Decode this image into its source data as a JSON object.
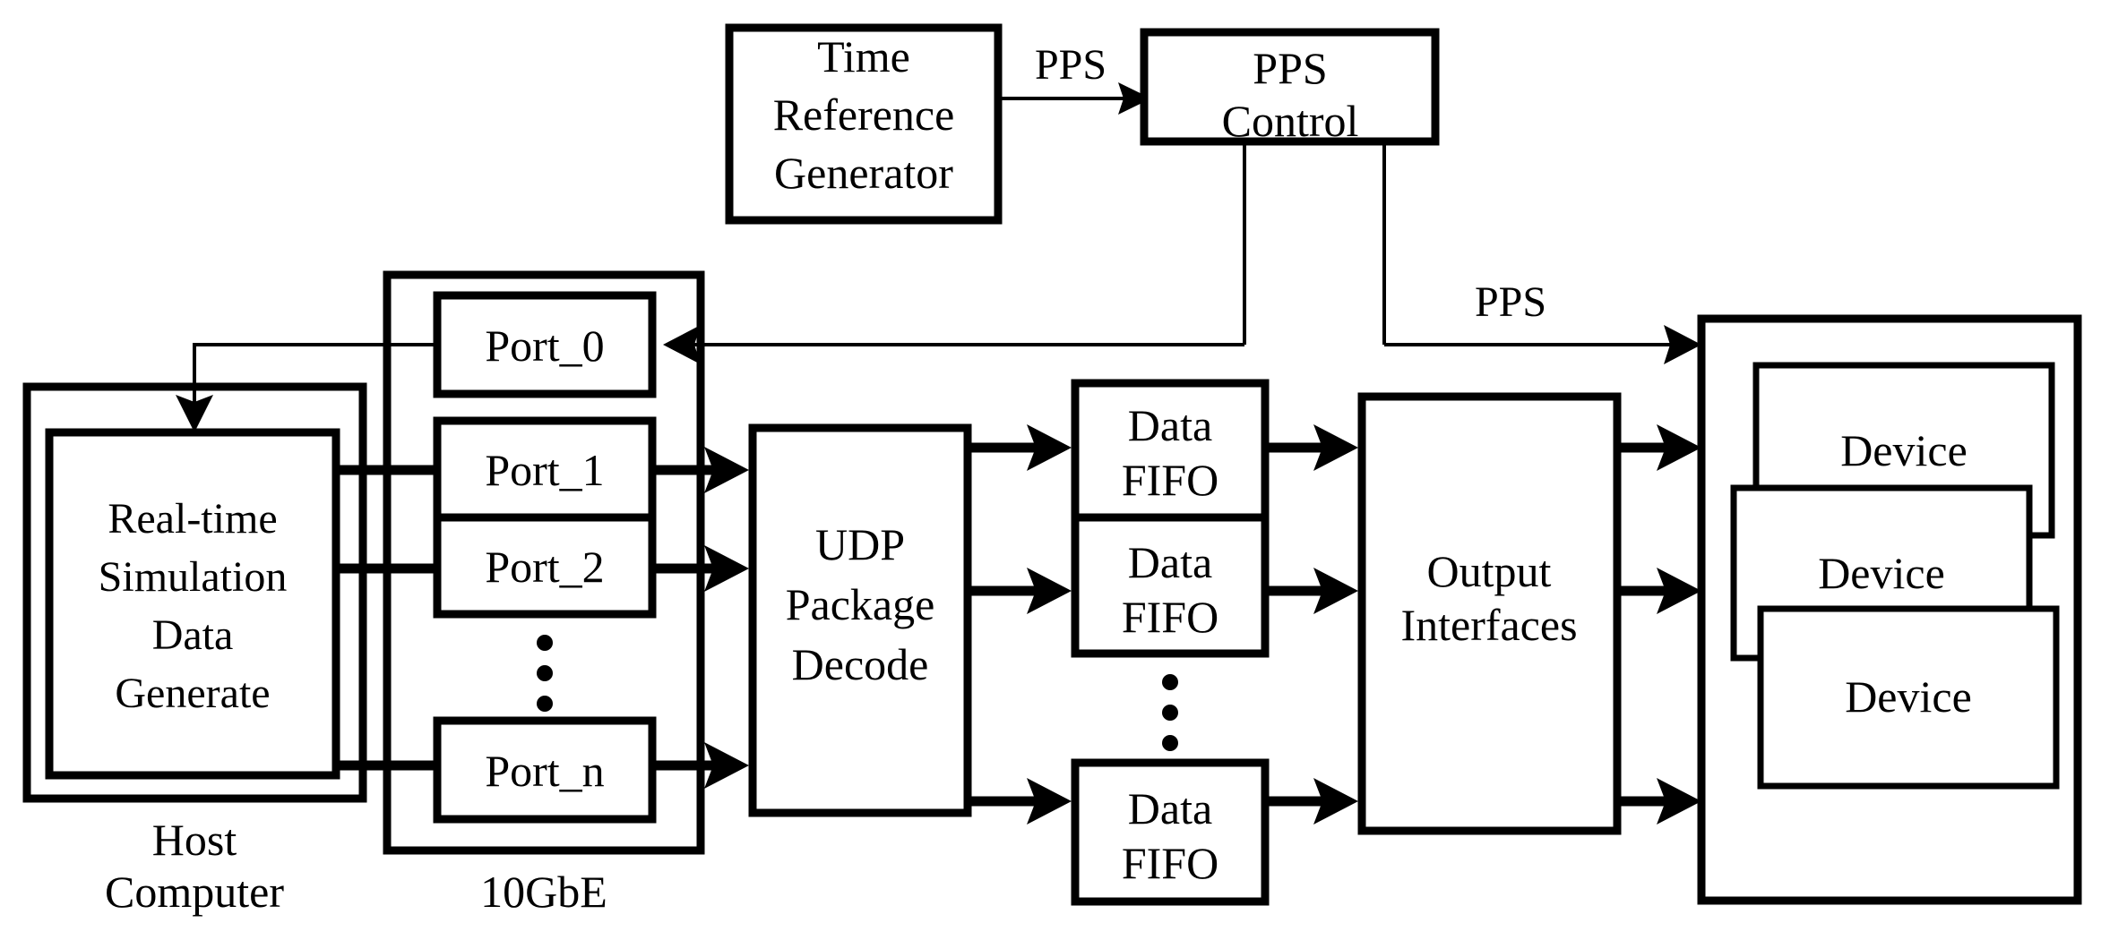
{
  "diagram": {
    "title": "Real-time simulation data distribution block diagram",
    "stroke_color": "#000000",
    "background_color": "#ffffff"
  },
  "blocks": {
    "time_reference_generator": {
      "lines": [
        "Time",
        "Reference",
        "Generator"
      ]
    },
    "pps_control": {
      "lines": [
        "PPS",
        "Control"
      ]
    },
    "host_computer": {
      "caption": "Host Computer",
      "caption_lines": [
        "Host",
        "Computer"
      ]
    },
    "real_time_sim": {
      "lines": [
        "Real-time",
        "Simulation",
        "Data",
        "Generate"
      ]
    },
    "tengbe": {
      "caption": "10GbE"
    },
    "ports": [
      {
        "label": "Port_0"
      },
      {
        "label": "Port_1"
      },
      {
        "label": "Port_2"
      },
      {
        "label": "Port_n"
      }
    ],
    "ports_ellipsis": "⋮",
    "udp_decode": {
      "lines": [
        "UDP",
        "Package",
        "Decode"
      ]
    },
    "data_fifos": [
      {
        "lines": [
          "Data",
          "FIFO"
        ]
      },
      {
        "lines": [
          "Data",
          "FIFO"
        ]
      },
      {
        "lines": [
          "Data",
          "FIFO"
        ]
      }
    ],
    "fifo_ellipsis": "⋮",
    "output_interfaces": {
      "lines": [
        "Output",
        "Interfaces"
      ]
    },
    "devices": [
      {
        "label": "Device"
      },
      {
        "label": "Device"
      },
      {
        "label": "Device"
      }
    ]
  },
  "signals": {
    "pps_to_control": "PPS",
    "pps_to_device": "PPS"
  }
}
